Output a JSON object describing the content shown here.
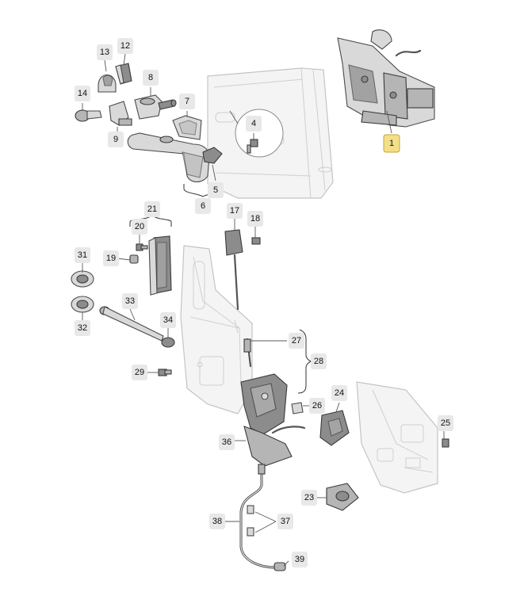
{
  "diagram": {
    "callouts": [
      {
        "id": "c1",
        "label": "1",
        "highlighted": true
      },
      {
        "id": "c4",
        "label": "4"
      },
      {
        "id": "c5",
        "label": "5"
      },
      {
        "id": "c6",
        "label": "6"
      },
      {
        "id": "c7",
        "label": "7"
      },
      {
        "id": "c8",
        "label": "8"
      },
      {
        "id": "c9",
        "label": "9"
      },
      {
        "id": "c12",
        "label": "12"
      },
      {
        "id": "c13",
        "label": "13"
      },
      {
        "id": "c14",
        "label": "14"
      },
      {
        "id": "c17",
        "label": "17"
      },
      {
        "id": "c18",
        "label": "18"
      },
      {
        "id": "c19",
        "label": "19"
      },
      {
        "id": "c20",
        "label": "20"
      },
      {
        "id": "c21",
        "label": "21"
      },
      {
        "id": "c23",
        "label": "23"
      },
      {
        "id": "c24",
        "label": "24"
      },
      {
        "id": "c25",
        "label": "25"
      },
      {
        "id": "c26",
        "label": "26"
      },
      {
        "id": "c27",
        "label": "27"
      },
      {
        "id": "c28",
        "label": "28"
      },
      {
        "id": "c29",
        "label": "29"
      },
      {
        "id": "c31",
        "label": "31"
      },
      {
        "id": "c32",
        "label": "32"
      },
      {
        "id": "c33",
        "label": "33"
      },
      {
        "id": "c34",
        "label": "34"
      },
      {
        "id": "c36",
        "label": "36"
      },
      {
        "id": "c37",
        "label": "37"
      },
      {
        "id": "c38",
        "label": "38"
      },
      {
        "id": "c39",
        "label": "39"
      }
    ],
    "colors": {
      "highlight": "#f3df8a",
      "callout_bg": "#e8e8e8",
      "part_fill": "#d9d9d9",
      "part_stroke": "#4a4a4a"
    }
  }
}
